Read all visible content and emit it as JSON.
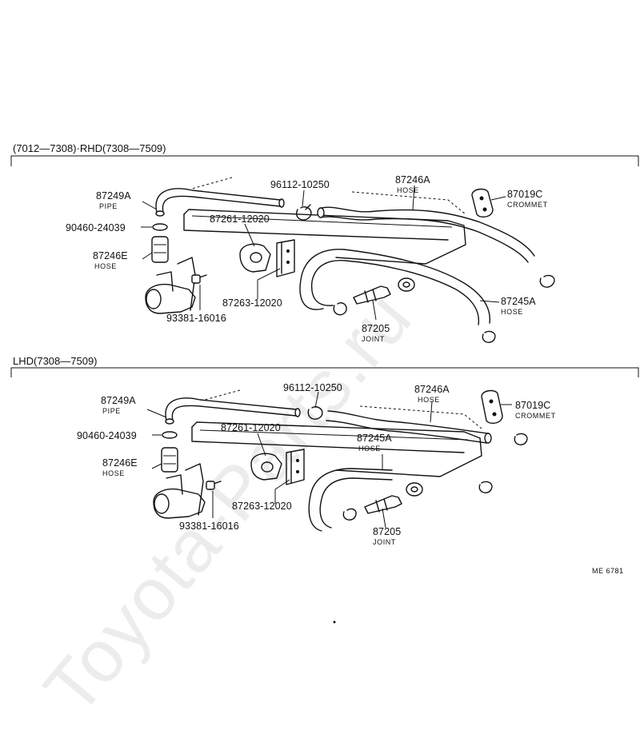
{
  "sections": {
    "rhd_header": "(7012—7308)·RHD(7308—7509)",
    "lhd_header": "LHD(7308—7509)"
  },
  "rhd": {
    "pipe_num": "87249A",
    "pipe_name": "PIPE",
    "gasket_num": "90460-24039",
    "hose_e_num": "87246E",
    "hose_e_name": "HOSE",
    "bolt_num": "93381-16016",
    "clip_num": "96112-10250",
    "clamp_num": "87261-12020",
    "bracket_num": "87263-12020",
    "hose_a_num": "87246A",
    "hose_a_name": "HOSE",
    "grommet_num": "87019C",
    "grommet_name": "CROMMET",
    "hose_245_num": "87245A",
    "hose_245_name": "HOSE",
    "joint_num": "87205",
    "joint_name": "JOINT"
  },
  "lhd": {
    "pipe_num": "87249A",
    "pipe_name": "PIPE",
    "gasket_num": "90460-24039",
    "hose_e_num": "87246E",
    "hose_e_name": "HOSE",
    "bolt_num": "93381-16016",
    "clip_num": "96112-10250",
    "clamp_num": "87261-12020",
    "bracket_num": "87263-12020",
    "hose_a_num": "87246A",
    "hose_a_name": "HOSE",
    "grommet_num": "87019C",
    "grommet_name": "CROMMET",
    "hose_245_num": "87245A",
    "hose_245_name": "HOSE",
    "joint_num": "87205",
    "joint_name": "JOINT"
  },
  "figure_code": "ME 6781",
  "watermark": "Toyota-Parts.ru"
}
